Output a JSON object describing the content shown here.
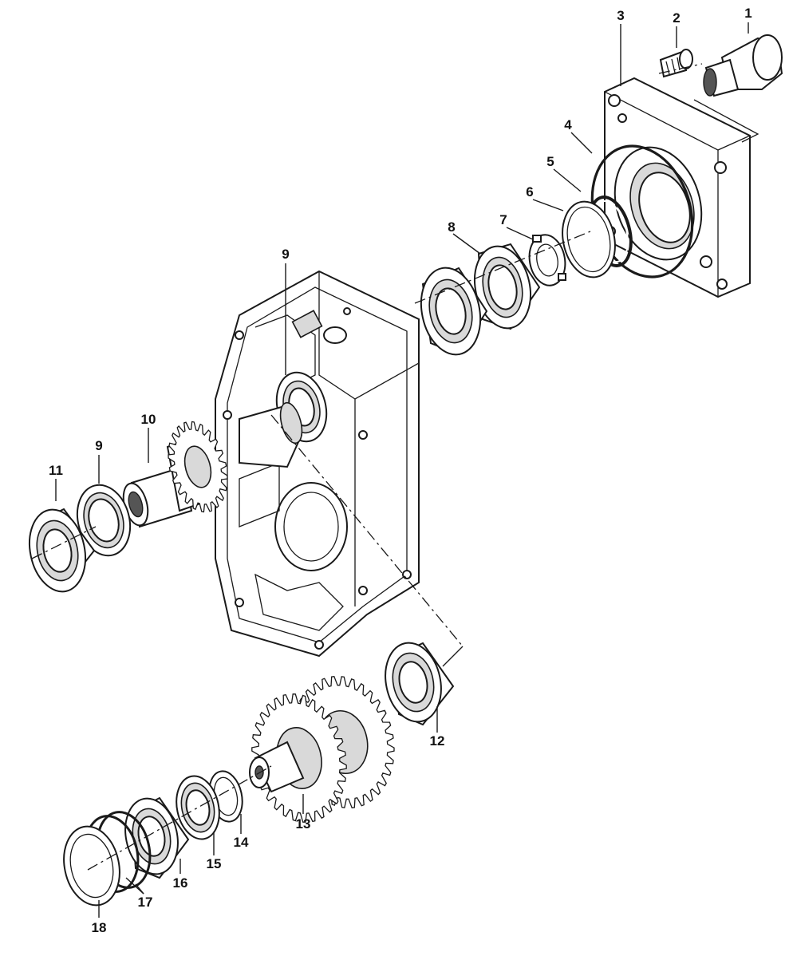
{
  "diagram": {
    "callouts": [
      "1",
      "2",
      "3",
      "4",
      "5",
      "6",
      "7",
      "8",
      "9",
      "9",
      "10",
      "11",
      "12",
      "13",
      "14",
      "15",
      "16",
      "17",
      "18"
    ],
    "colors": {
      "line": "#1a1a1a",
      "shade": "#d9d9d9",
      "background": "#ffffff"
    }
  }
}
